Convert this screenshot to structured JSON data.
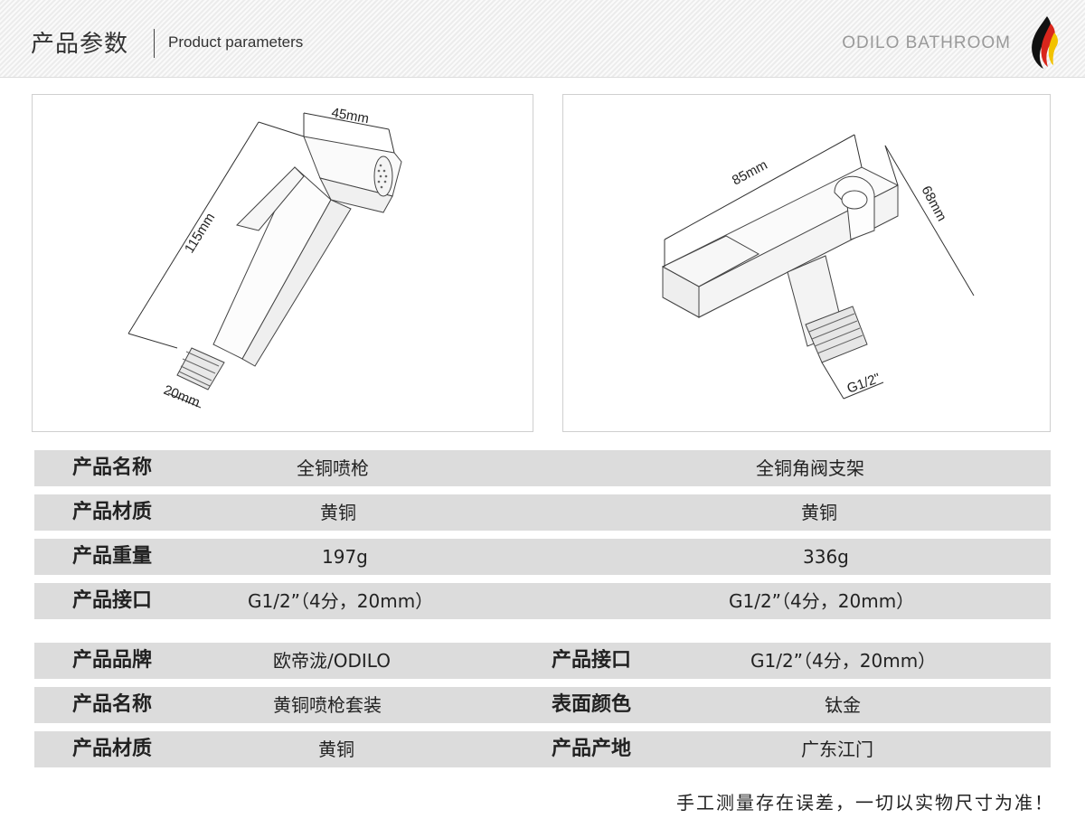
{
  "header": {
    "title_cn": "产品参数",
    "title_en": "Product parameters",
    "brand": "ODILO BATHROOM",
    "logo_icon": "flame-stripes-logo"
  },
  "left_figure": {
    "dim_width": "45mm",
    "dim_length": "115mm",
    "dim_thread": "20mm"
  },
  "right_figure": {
    "dim_width": "85mm",
    "dim_height": "68mm",
    "dim_thread": "G1/2\""
  },
  "table1": {
    "rows": [
      {
        "label": "产品名称",
        "left": "全铜喷枪",
        "right": "全铜角阀支架"
      },
      {
        "label": "产品材质",
        "left": "黄铜",
        "right": "黄铜"
      },
      {
        "label": "产品重量",
        "left": "197g",
        "right": "336g"
      },
      {
        "label": "产品接口",
        "left": "G1/2”（4分，20mm）",
        "right": "G1/2”（4分，20mm）"
      }
    ]
  },
  "table2": {
    "rows": [
      {
        "label1": "产品品牌",
        "value1": "欧帝泷/ODILO",
        "label2": "产品接口",
        "value2": "G1/2”（4分，20mm）"
      },
      {
        "label1": "产品名称",
        "value1": "黄铜喷枪套装",
        "label2": "表面颜色",
        "value2": "钛金"
      },
      {
        "label1": "产品材质",
        "value1": "黄铜",
        "label2": "产品产地",
        "value2": "广东江门"
      }
    ]
  },
  "footer": {
    "note": "手工测量存在误差，一切以实物尺寸为准！"
  },
  "colors": {
    "row_bg": "#dcdcdc",
    "logo_red": "#d9261c",
    "logo_yellow": "#f2c200",
    "logo_black": "#111111"
  }
}
